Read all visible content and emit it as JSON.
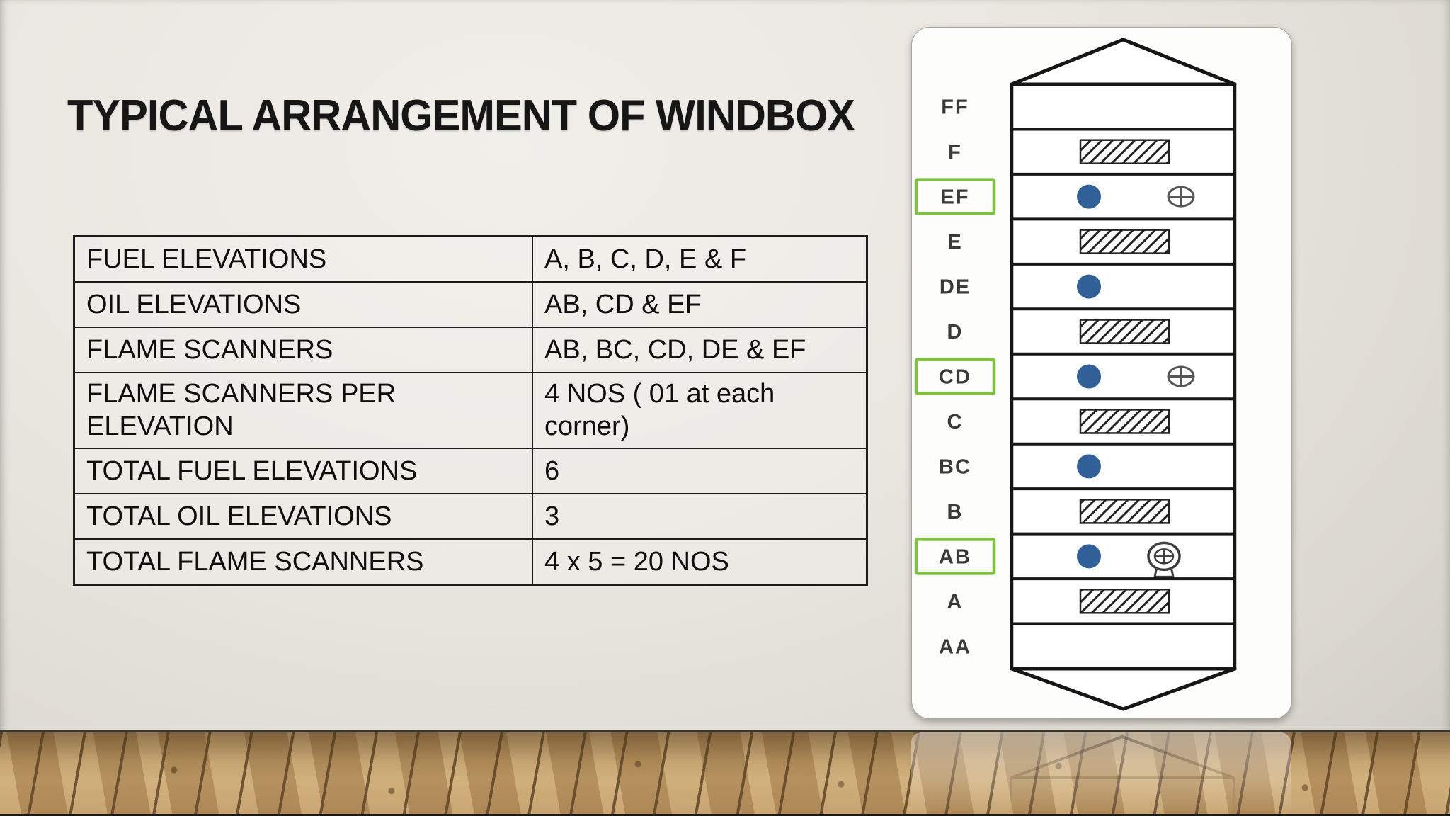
{
  "slide": {
    "title": "TYPICAL ARRANGEMENT OF WINDBOX"
  },
  "table": {
    "rows": [
      {
        "label": "FUEL ELEVATIONS",
        "value": "A, B, C, D, E & F"
      },
      {
        "label": "OIL ELEVATIONS",
        "value": "AB, CD & EF"
      },
      {
        "label": "FLAME SCANNERS",
        "value": "AB, BC, CD, DE & EF"
      },
      {
        "label": "FLAME SCANNERS PER ELEVATION",
        "value": "4 NOS ( 01 at each corner)"
      },
      {
        "label": "TOTAL FUEL ELEVATIONS",
        "value": "6"
      },
      {
        "label": "TOTAL OIL ELEVATIONS",
        "value": "3"
      },
      {
        "label": "TOTAL FLAME SCANNERS",
        "value": "4 x 5 = 20 NOS"
      }
    ]
  },
  "diagram": {
    "rows": [
      {
        "label": "FF",
        "oil": false,
        "features": []
      },
      {
        "label": "F",
        "oil": false,
        "features": [
          "fuel-nozzle"
        ]
      },
      {
        "label": "EF",
        "oil": true,
        "features": [
          "flame-scanner",
          "oil-gun"
        ]
      },
      {
        "label": "E",
        "oil": false,
        "features": [
          "fuel-nozzle"
        ]
      },
      {
        "label": "DE",
        "oil": false,
        "features": [
          "flame-scanner"
        ]
      },
      {
        "label": "D",
        "oil": false,
        "features": [
          "fuel-nozzle"
        ]
      },
      {
        "label": "CD",
        "oil": true,
        "features": [
          "flame-scanner",
          "oil-gun"
        ]
      },
      {
        "label": "C",
        "oil": false,
        "features": [
          "fuel-nozzle"
        ]
      },
      {
        "label": "BC",
        "oil": false,
        "features": [
          "flame-scanner"
        ]
      },
      {
        "label": "B",
        "oil": false,
        "features": [
          "fuel-nozzle"
        ]
      },
      {
        "label": "AB",
        "oil": true,
        "features": [
          "flame-scanner",
          "igniter"
        ]
      },
      {
        "label": "A",
        "oil": false,
        "features": [
          "fuel-nozzle"
        ]
      },
      {
        "label": "AA",
        "oil": false,
        "features": []
      }
    ],
    "colors": {
      "scanner_dot": "#315f97",
      "oil_highlight": "#7fc242",
      "outline": "#161616",
      "symbol_gray": "#555555"
    }
  }
}
